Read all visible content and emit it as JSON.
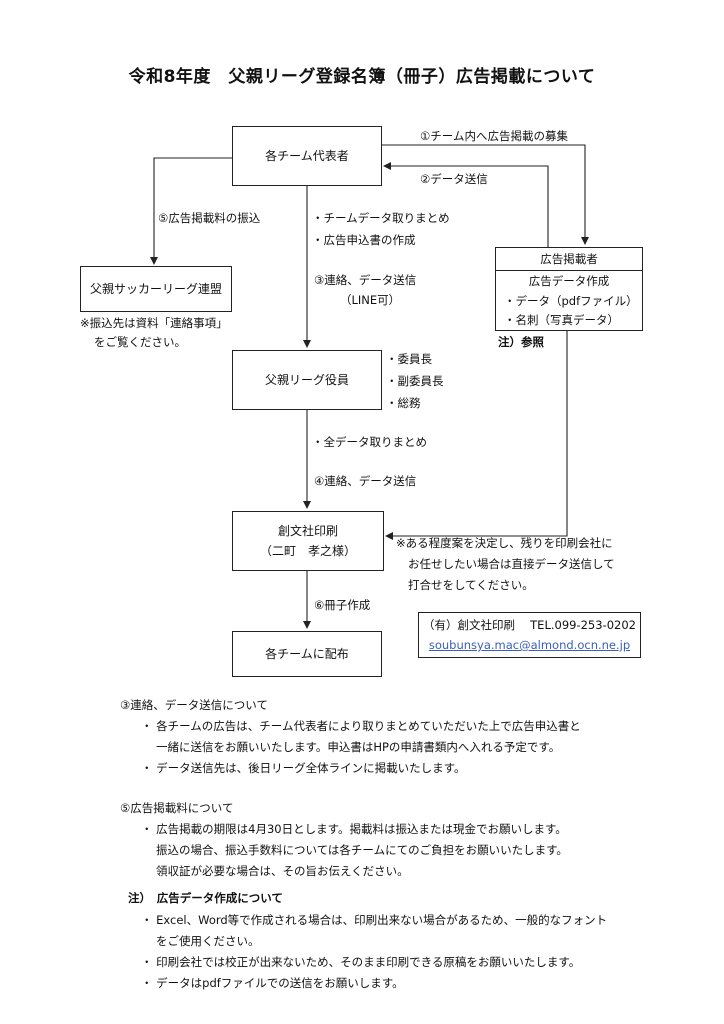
{
  "title": "令和8年度　父親リーグ登録名簿（冊子）広告掲載について",
  "boxes": {
    "team_rep": "各チーム代表者",
    "federation": "父親サッカーリーグ連盟",
    "officers": "父親リーグ役員",
    "printer_line1": "創文社印刷",
    "printer_line2": "（二町　孝之様）",
    "distribute": "各チームに配布"
  },
  "advertiser": {
    "header": "広告掲載者",
    "line1": "広告データ作成",
    "line2": "・データ（pdfファイル）",
    "line3": "・名刺（写真データ）"
  },
  "labels": {
    "step1": "①チーム内へ広告掲載の募集",
    "step2": "②データ送信",
    "step5": "⑤広告掲載料の振込",
    "team_tasks1": "・チームデータ取りまとめ",
    "team_tasks2": "・広告申込書の作成",
    "step3": "③連絡、データ送信",
    "step3_sub": "（LINE可）",
    "transfer_note1": "※振込先は資料「連絡事項」",
    "transfer_note2": "をご覧ください。",
    "note_ref": "注）参照",
    "officer1": "・委員長",
    "officer2": "・副委員長",
    "officer3": "・総務",
    "all_data": "・全データ取りまとめ",
    "step4": "④連絡、データ送信",
    "direct1": "※ある程度案を決定し、残りを印刷会社に",
    "direct2": "お任せしたい場合は直接データ送信して",
    "direct3": "打合せをしてください。",
    "step6": "⑥冊子作成"
  },
  "contact": {
    "line1": "（有）創文社印刷　 TEL.099-253-0202",
    "email": "soubunsya.mac@almond.ocn.ne.jp"
  },
  "notes": {
    "s3_title": "③連絡、データ送信について",
    "s3_b1a": "・ 各チームの広告は、チーム代表者により取りまとめていただいた上で広告申込書と",
    "s3_b1b": "一緒に送信をお願いいたします。申込書はHPの申請書類内へ入れる予定です。",
    "s3_b2": "・ データ送信先は、後日リーグ全体ラインに掲載いたします。",
    "s5_title": "⑤広告掲載料について",
    "s5_b1a": "・ 広告掲載の期限は4月30日とします。掲載料は振込または現金でお願いします。",
    "s5_b1b": "振込の場合、振込手数料については各チームにてのご負担をお願いいたします。",
    "s5_b1c": "領収証が必要な場合は、その旨お伝えください。",
    "n_title": "注）　広告データ作成について",
    "n_b1a": "・ Excel、Word等で作成される場合は、印刷出来ない場合があるため、一般的なフォント",
    "n_b1b": "をご使用ください。",
    "n_b2": "・ 印刷会社では校正が出来ないため、そのまま印刷できる原稿をお願いいたします。",
    "n_b3": "・ データはpdfファイルでの送信をお願いします。"
  }
}
